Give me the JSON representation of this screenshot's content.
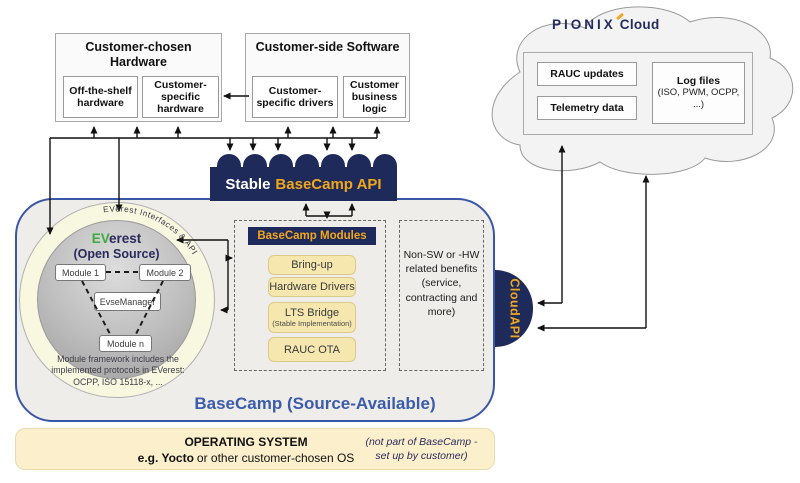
{
  "hardware_group": {
    "title": "Customer-chosen Hardware",
    "boxes": [
      "Off-the-shelf hardware",
      "Customer-specific hardware"
    ]
  },
  "software_group": {
    "title": "Customer-side Software",
    "boxes": [
      "Customer-specific drivers",
      "Customer business logic"
    ]
  },
  "cloud": {
    "brand": "PIONIX",
    "suffix": "Cloud",
    "boxes": [
      "RAUC updates",
      "Telemetry data"
    ],
    "log_title": "Log files",
    "log_sub": "(ISO, PWM, OCPP, ...)"
  },
  "api_bar": {
    "prefix": "Stable",
    "highlight": "BaseCamp API"
  },
  "basecamp": {
    "label": "BaseCamp (Source-Available)"
  },
  "everest": {
    "title_green": "EV",
    "title_rest": "erest",
    "subtitle": "(Open Source)",
    "ring_text": "EVerest Interfaces  &  API",
    "modules": [
      "Module 1",
      "Module 2",
      "EvseManager",
      "Module n"
    ],
    "caption": "Module framework includes the implemented protocols in EVerest: OCPP, ISO 15118-x, ..."
  },
  "basecamp_modules": {
    "header": "BaseCamp Modules",
    "items": [
      "Bring-up",
      "Hardware Drivers",
      "LTS Bridge",
      "RAUC OTA"
    ],
    "lts_sub": "(Stable Implementation)"
  },
  "benefits": {
    "text": "Non-SW or -HW related benefits (service, contracting and more)"
  },
  "cloud_api": {
    "label": "CloudAPI"
  },
  "os_bar": {
    "title": "OPERATING SYSTEM",
    "line2_bold": "e.g. Yocto",
    "line2_rest": "or other customer-chosen OS",
    "note": "(not part of BaseCamp - set up by customer)"
  },
  "colors": {
    "navy": "#1e2a5a",
    "accent_yellow": "#f2a71b",
    "basecamp_blue": "#3a57a7",
    "module_yellow": "#f5e7ae",
    "ring_cream": "#f8f7e0"
  }
}
